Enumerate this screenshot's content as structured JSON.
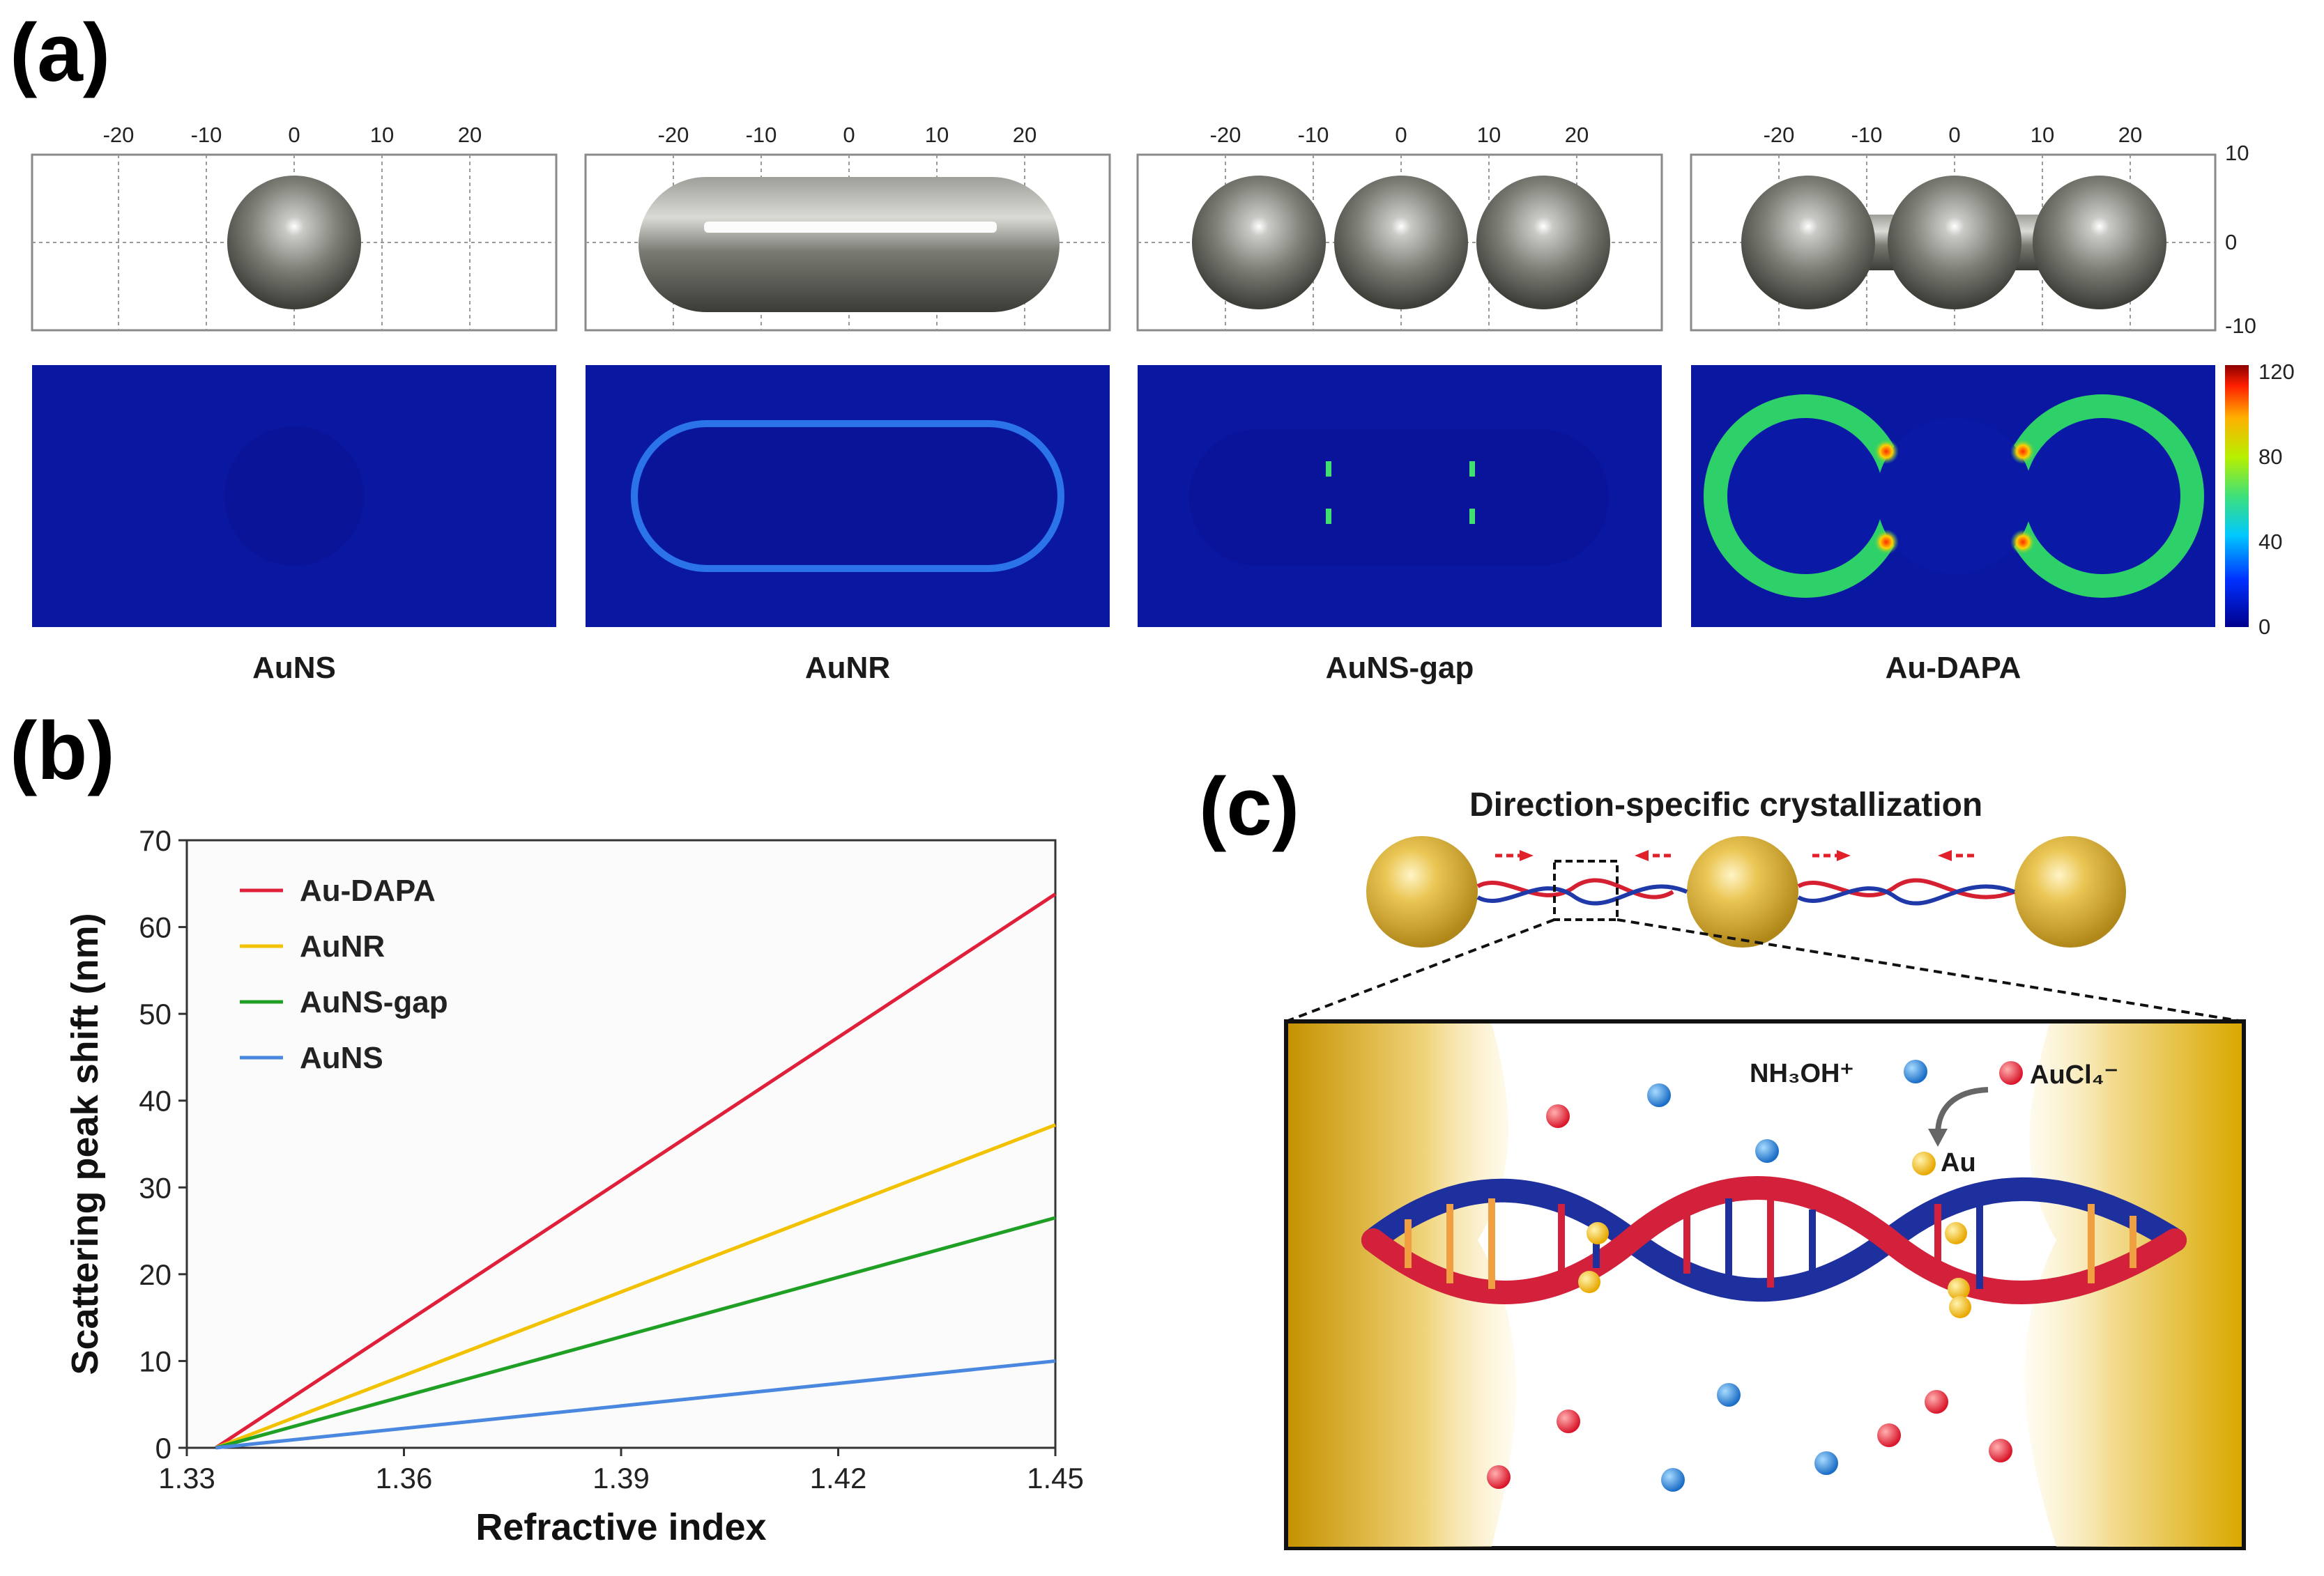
{
  "panel_labels": {
    "a": "(a)",
    "b": "(b)",
    "c": "(c)"
  },
  "panel_a": {
    "x_ticks": [
      "-20",
      "-10",
      "0",
      "10",
      "20"
    ],
    "y_ticks": [
      "10",
      "0",
      "-10"
    ],
    "captions": [
      "AuNS",
      "AuNR",
      "AuNS-gap",
      "Au-DAPA"
    ],
    "colorbar_ticks": [
      "120",
      "80",
      "40",
      "0"
    ]
  },
  "panel_c": {
    "title": "Direction-specific crystallization",
    "label_nh3oh": "NH₃OH⁺",
    "label_aucl4": "AuCl₄⁻",
    "label_au": "Au"
  },
  "chart_data": {
    "type": "line",
    "xlabel": "Refractive index",
    "ylabel": "Scattering peak shift (nm)",
    "xlim": [
      1.33,
      1.45
    ],
    "ylim": [
      0,
      70
    ],
    "x_ticks": [
      "1.33",
      "1.36",
      "1.39",
      "1.42",
      "1.45"
    ],
    "y_ticks": [
      "0",
      "10",
      "20",
      "30",
      "40",
      "50",
      "60",
      "70"
    ],
    "legend_position": "top-left",
    "grid": false,
    "series": [
      {
        "name": "Au-DAPA",
        "color": "#e0203a",
        "x": [
          1.334,
          1.45
        ],
        "y": [
          0,
          63.8
        ]
      },
      {
        "name": "AuNR",
        "color": "#f2c200",
        "x": [
          1.334,
          1.45
        ],
        "y": [
          0,
          37.2
        ]
      },
      {
        "name": "AuNS-gap",
        "color": "#1fa024",
        "x": [
          1.334,
          1.45
        ],
        "y": [
          0,
          26.5
        ]
      },
      {
        "name": "AuNS",
        "color": "#4a88e0",
        "x": [
          1.334,
          1.45
        ],
        "y": [
          0,
          10
        ]
      }
    ]
  }
}
